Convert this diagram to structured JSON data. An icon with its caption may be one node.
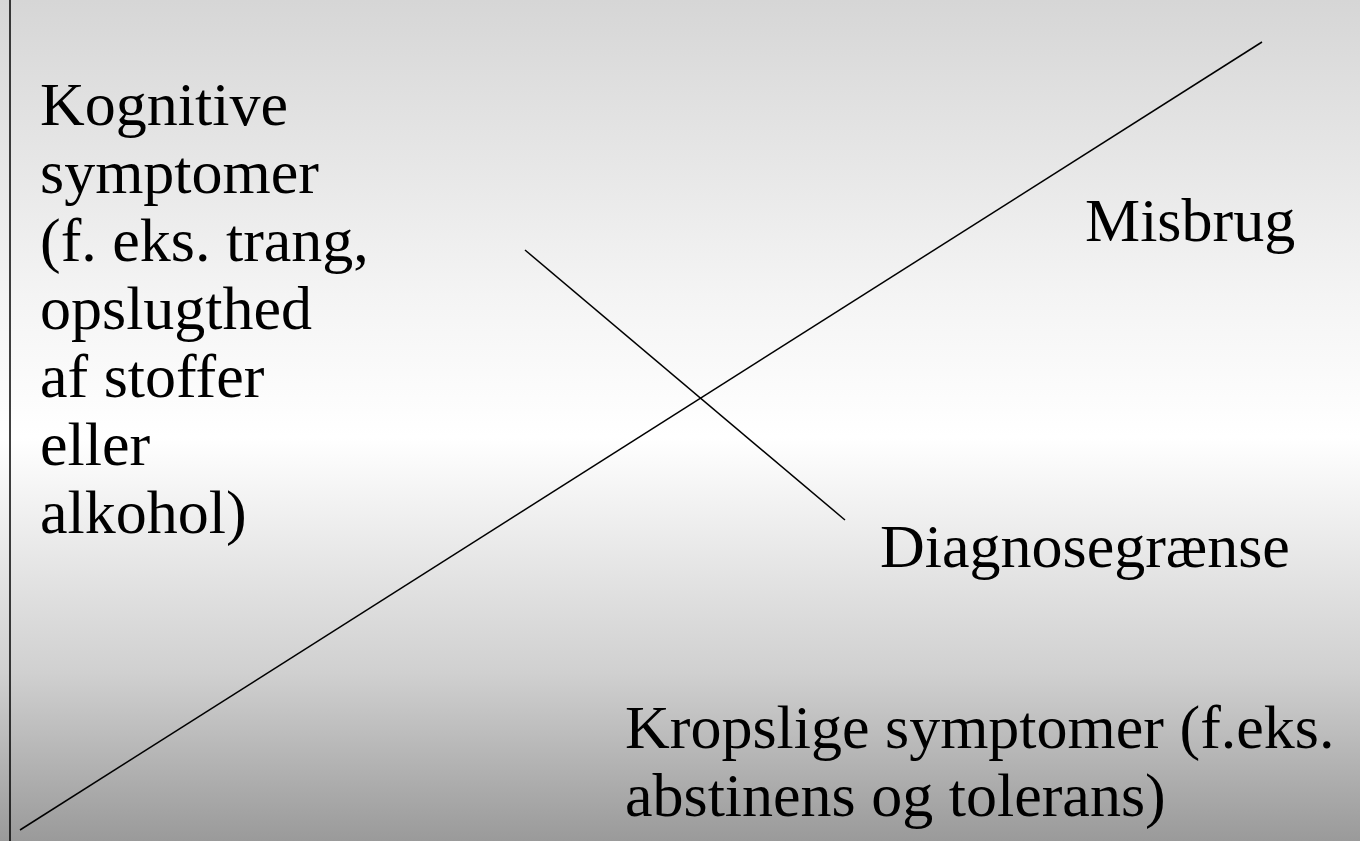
{
  "diagram": {
    "labels": [
      "Kognitive symptomer (f. eks. trang, opslugthed af stoffer eller alkohol)",
      "Misbrug",
      "Diagnosegrænse",
      "Kropslige symptomer (f.eks. abstinens og tolerans)"
    ]
  }
}
